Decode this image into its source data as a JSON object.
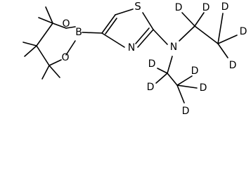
{
  "molecule": {
    "atoms": [
      {
        "id": "B",
        "label": "B"
      },
      {
        "id": "O1",
        "label": "O"
      },
      {
        "id": "O2",
        "label": "O"
      },
      {
        "id": "S",
        "label": "S"
      },
      {
        "id": "Nr",
        "label": "N"
      },
      {
        "id": "Na",
        "label": "N"
      },
      {
        "id": "D1",
        "label": "D"
      },
      {
        "id": "D2",
        "label": "D"
      },
      {
        "id": "D3",
        "label": "D"
      },
      {
        "id": "D4",
        "label": "D"
      },
      {
        "id": "D5",
        "label": "D"
      },
      {
        "id": "D6",
        "label": "D"
      },
      {
        "id": "D7",
        "label": "D"
      },
      {
        "id": "D8",
        "label": "D"
      },
      {
        "id": "D9",
        "label": "D"
      },
      {
        "id": "D10",
        "label": "D"
      }
    ]
  }
}
